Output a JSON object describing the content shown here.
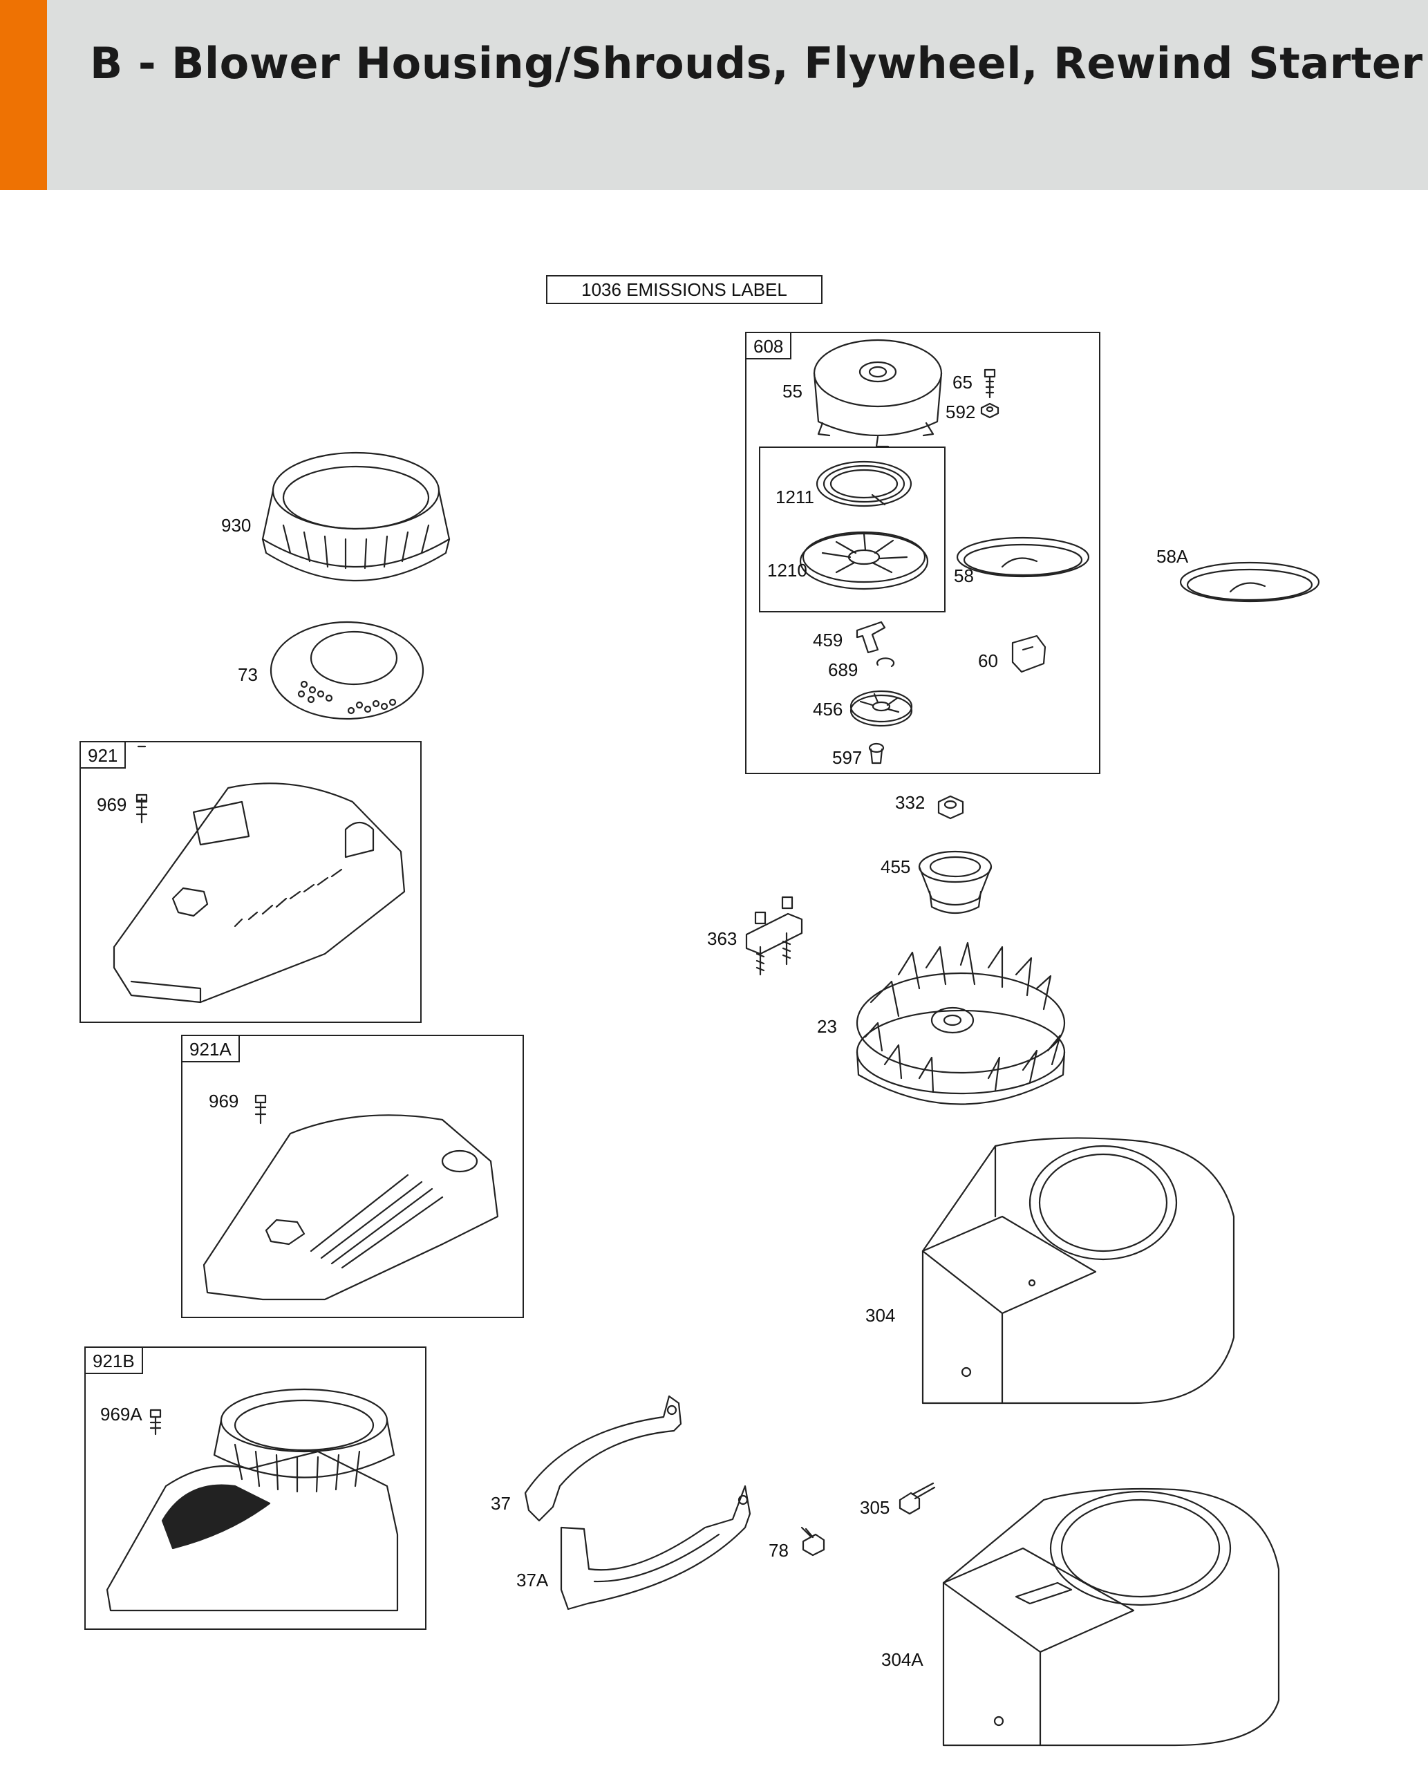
{
  "header": {
    "title": "B - Blower Housing/Shrouds, Flywheel, Rewind Starter",
    "accent_color": "#ee7203",
    "background_color": "#dcdedd"
  },
  "emissions_label": "1036 EMISSIONS LABEL",
  "boxes": {
    "starter_assembly": "608",
    "starter_inner": "",
    "shroud_921": "921",
    "shroud_921a": "921A",
    "shroud_921b": "921B"
  },
  "callouts": {
    "p55": "55",
    "p65": "65",
    "p592": "592",
    "p1211": "1211",
    "p1210": "1210",
    "p58": "58",
    "p58a": "58A",
    "p459": "459",
    "p689": "689",
    "p60": "60",
    "p456": "456",
    "p597": "597",
    "p930": "930",
    "p73": "73",
    "p969_a": "969",
    "p969_b": "969",
    "p969a": "969A",
    "p332": "332",
    "p455": "455",
    "p363": "363",
    "p23": "23",
    "p304": "304",
    "p305": "305",
    "p37": "37",
    "p37a": "37A",
    "p78": "78",
    "p304a": "304A"
  }
}
